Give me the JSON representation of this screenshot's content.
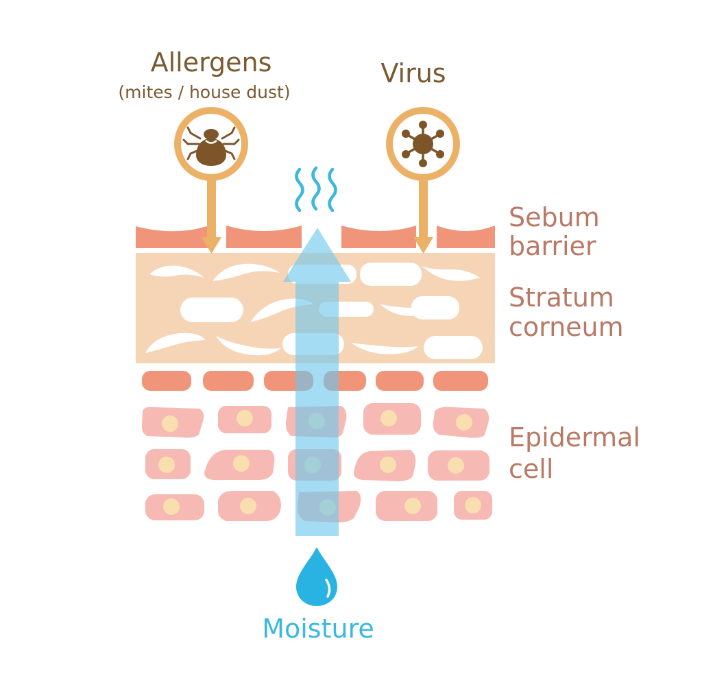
{
  "labels": {
    "allergens_title": "Allergens",
    "allergens_sub": "(mites / house dust)",
    "virus_title": "Virus",
    "sebum_line1": "Sebum",
    "sebum_line2": "barrier",
    "stratum_line1": "Stratum",
    "stratum_line2": "corneum",
    "epidermal_line1": "Epidermal",
    "epidermal_line2": "cell",
    "moisture": "Moisture"
  },
  "icons": {
    "allergen": "mite-icon",
    "virus": "virus-icon",
    "moisture": "water-drop-icon",
    "evaporation": "evaporation-waves-icon"
  },
  "colors": {
    "title_brown": "#7a5a30",
    "layer_label": "#b87a66",
    "moisture_text": "#3ab8dd",
    "sebum": "#f0947a",
    "stratum": "#f6d4b6",
    "cell": "#f6b9b3",
    "nucleus": "#f9dfb0",
    "arrow_orange": "#ebb167",
    "moisture_arrow": "#6cc6ee",
    "drop": "#29b3e3",
    "icon_brown": "#7d5529"
  }
}
